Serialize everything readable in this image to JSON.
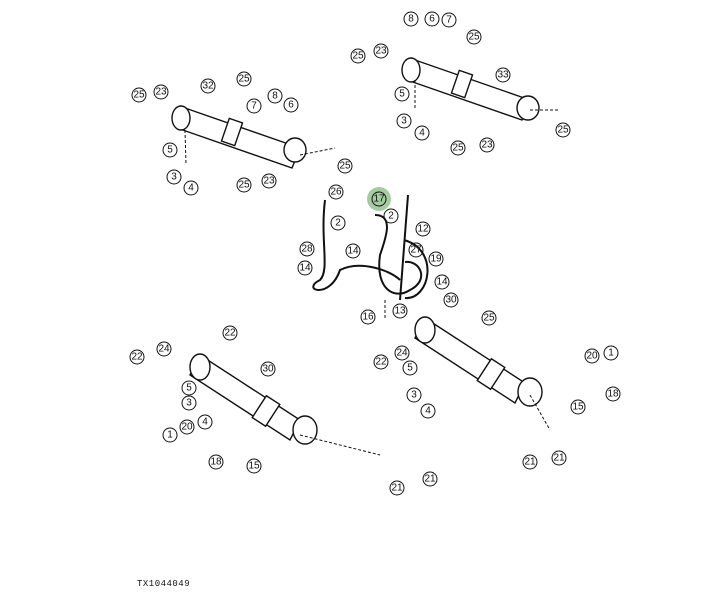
{
  "figure_id": "TX1044049",
  "highlight_color": "#8fbf8a",
  "callouts": [
    "25",
    "23",
    "32",
    "25",
    "7",
    "8",
    "6",
    "5",
    "3",
    "4",
    "25",
    "25",
    "23",
    "8",
    "6",
    "7",
    "25",
    "25",
    "23",
    "33",
    "5",
    "3",
    "4",
    "25",
    "25",
    "23",
    "26",
    "17",
    "2",
    "2",
    "28",
    "14",
    "14",
    "12",
    "27",
    "19",
    "14",
    "16",
    "13",
    "30",
    "25",
    "22",
    "24",
    "5",
    "3",
    "4",
    "20",
    "1",
    "18",
    "15",
    "21",
    "21",
    "22",
    "22",
    "24",
    "30",
    "5",
    "3",
    "4",
    "1",
    "20",
    "18",
    "15",
    "21",
    "21"
  ],
  "highlighted_callout": "17"
}
